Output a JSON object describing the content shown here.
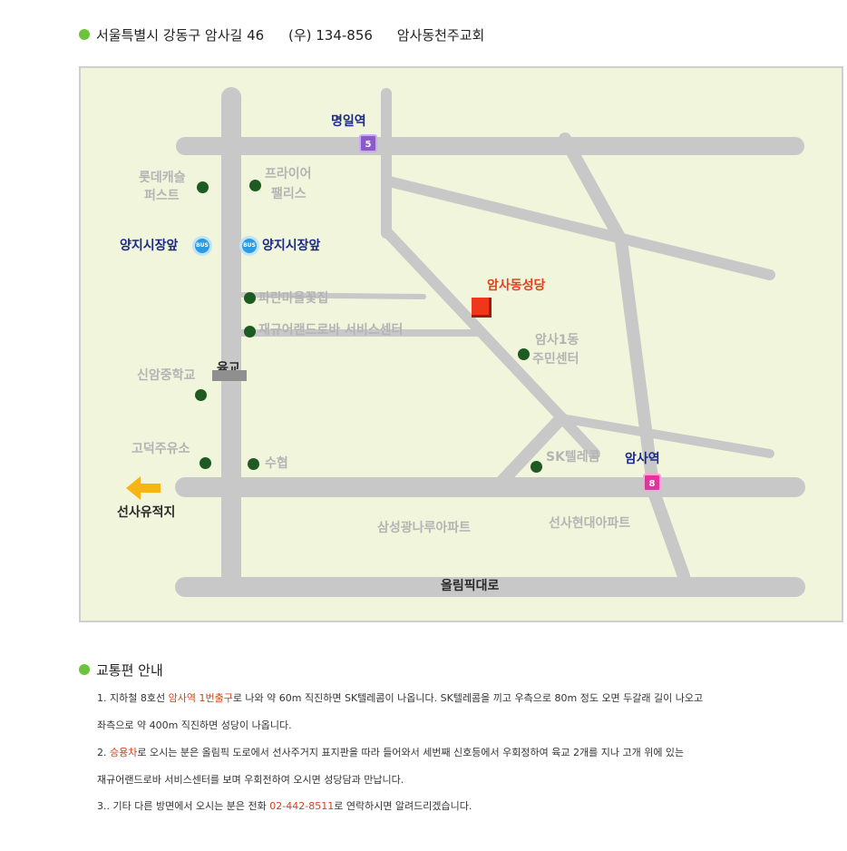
{
  "address": {
    "street": "서울특별시 강동구 암사길 46",
    "zip": "(우) 134-856",
    "name": "암사동천주교회"
  },
  "map": {
    "stations": {
      "myeongil": "명일역",
      "amsa": "암사역",
      "myeongil_line": "5",
      "amsa_line": "8"
    },
    "church": "암사동성당",
    "places": {
      "lotte1": "롯데캐슬",
      "lotte2": "퍼스트",
      "palace1": "프라이어",
      "palace2": "팰리스",
      "bus_left": "양지시장앞",
      "bus_right": "양지시장앞",
      "bus_badge": "BUS",
      "flower": "파란마을꽃집",
      "jaguar": "재규어랜드로바 서비스센터",
      "school": "신암중학교",
      "ygyo": "육교",
      "community1": "암사1동",
      "community2": "주민센터",
      "gas": "고덕주유소",
      "nh": "수협",
      "sk": "SK텔레콤",
      "seonsa": "선사유적지",
      "samsung_apt": "삼성광나루아파트",
      "hyundai_apt": "선사현대아파트",
      "olympic": "올림픽대로"
    }
  },
  "info": {
    "title": "교통편 안내",
    "p1": {
      "a": "1. 지하철 8호선 ",
      "hl": "암사역 1번출구",
      "b": "로 나와 약 60m 직진하면 SK텔레콤이 나옵니다. SK텔레콤을 끼고 우측으로 80m 정도 오면 두갈래 길이 나오고",
      "c": "좌측으로 약 400m 직진하면 성당이 나옵니다."
    },
    "p2": {
      "a": "2. ",
      "hl": "승용차",
      "b": "로 오시는 분은 올림픽 도로에서 선사주거지 표지판을 따라 들어와서 세번째 신호등에서 우회정하여 육교 2개를 지나 고개 위에 있는",
      "c": "재규어랜드로바 서비스센터를 보며 우회전하여 오시면 성당담과 만납니다."
    },
    "p3": {
      "a": "3.. 기타 다른 방면에서 오시는 분은 전화 ",
      "hl": "02-442-8511",
      "b": "로 연락하시면 알려드리겠습니다."
    }
  },
  "colors": {
    "bullet": "#6cc43a",
    "map_bg": "#f1f5dc",
    "road": "#c8c8c8",
    "highlight": "#d2401b",
    "church": "#f0361b"
  }
}
